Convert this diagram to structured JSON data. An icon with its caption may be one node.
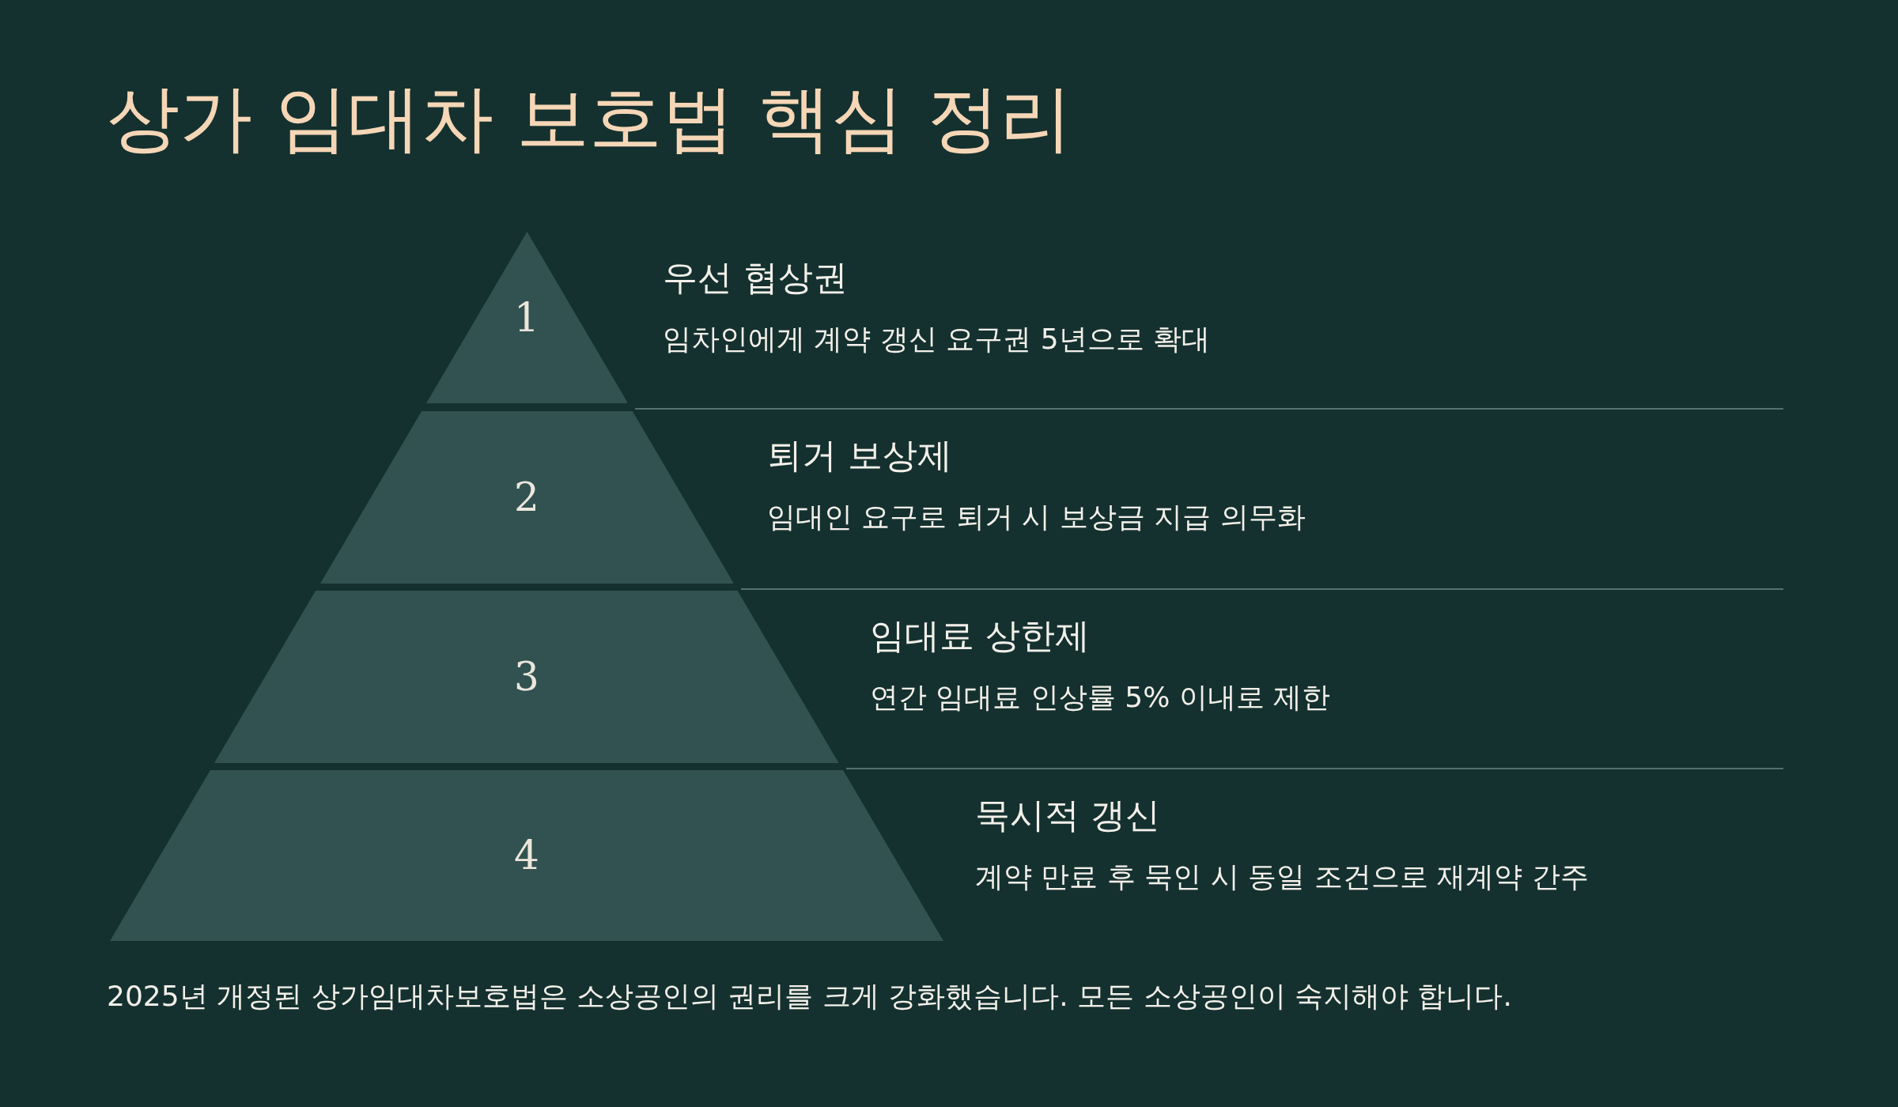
{
  "diagram": {
    "title": "상가 임대차 보호법 핵심 정리",
    "nodes": [
      {
        "text": [
          "1"
        ],
        "beside": [
          "우선 협상권",
          "임차인에게 계약 갱신 요구권 5년으로 확대"
        ]
      },
      {
        "text": [
          "2"
        ],
        "beside": [
          "퇴거 보상제",
          "임대인 요구로 퇴거 시 보상금 지급 의무화"
        ]
      },
      {
        "text": [
          "3"
        ],
        "beside": [
          "임대료 상한제",
          "연간 임대료 인상률 5% 이내로 제한"
        ]
      },
      {
        "text": [
          "4"
        ],
        "beside": [
          "묵시적 갱신",
          "계약 만료 후 묵인 시 동일 조건으로 재계약 간주"
        ]
      }
    ],
    "caption": "2025년 개정된 상가임대차보호법은 소상공인의 권리를 크게 강화했습니다. 모든 소상공인이 숙지해야 합니다."
  }
}
